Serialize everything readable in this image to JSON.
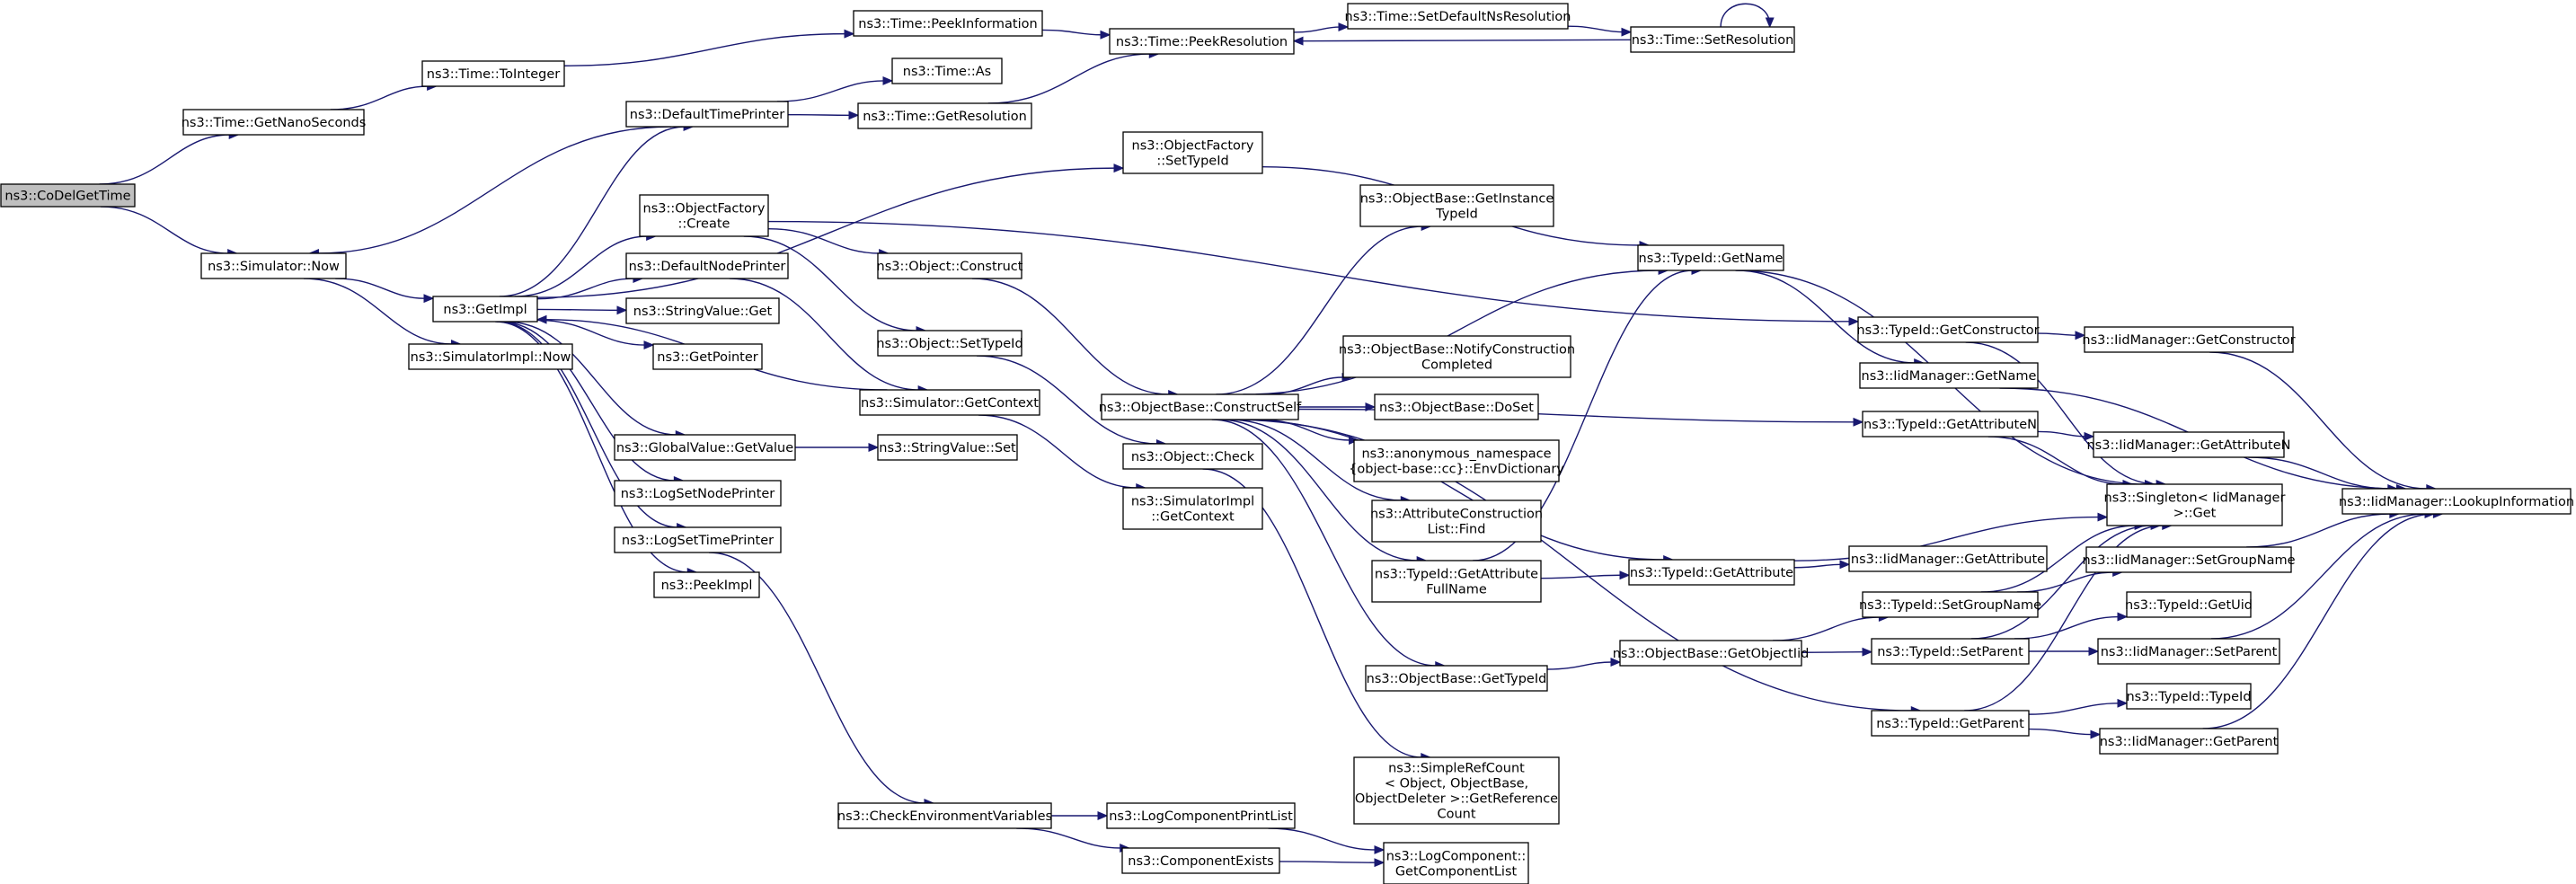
{
  "colors": {
    "edge": "#191970",
    "node_fill": "#ffffff",
    "root_fill": "#bfbfbf",
    "node_border": "#000000"
  },
  "nodes": {
    "codel": {
      "lines": [
        "ns3::CoDelGetTime"
      ],
      "root": true
    },
    "getnano": {
      "lines": [
        "ns3::Time::GetNanoSeconds"
      ]
    },
    "toint": {
      "lines": [
        "ns3::Time::ToInteger"
      ]
    },
    "peekinfo": {
      "lines": [
        "ns3::Time::PeekInformation"
      ]
    },
    "peekres": {
      "lines": [
        "ns3::Time::PeekResolution"
      ]
    },
    "setdefns": {
      "lines": [
        "ns3::Time::SetDefaultNsResolution"
      ]
    },
    "setres": {
      "lines": [
        "ns3::Time::SetResolution"
      ]
    },
    "timeas": {
      "lines": [
        "ns3::Time::As"
      ]
    },
    "defaulttime": {
      "lines": [
        "ns3::DefaultTimePrinter"
      ]
    },
    "getresolution": {
      "lines": [
        "ns3::Time::GetResolution"
      ]
    },
    "simnow": {
      "lines": [
        "ns3::Simulator::Now"
      ]
    },
    "simimplnow": {
      "lines": [
        "ns3::SimulatorImpl::Now"
      ]
    },
    "getimpl": {
      "lines": [
        "ns3::GetImpl"
      ]
    },
    "ofcreate": {
      "lines": [
        "ns3::ObjectFactory",
        "::Create"
      ]
    },
    "ofsettype": {
      "lines": [
        "ns3::ObjectFactory",
        "::SetTypeId"
      ]
    },
    "defaultnode": {
      "lines": [
        "ns3::DefaultNodePrinter"
      ]
    },
    "strget": {
      "lines": [
        "ns3::StringValue::Get"
      ]
    },
    "getpointer": {
      "lines": [
        "ns3::GetPointer"
      ]
    },
    "objconstruct": {
      "lines": [
        "ns3::Object::Construct"
      ]
    },
    "objsettype": {
      "lines": [
        "ns3::Object::SetTypeId"
      ]
    },
    "simgetctx": {
      "lines": [
        "ns3::Simulator::GetContext"
      ]
    },
    "gvget": {
      "lines": [
        "ns3::GlobalValue::GetValue"
      ]
    },
    "strset": {
      "lines": [
        "ns3::StringValue::Set"
      ]
    },
    "lognode": {
      "lines": [
        "ns3::LogSetNodePrinter"
      ]
    },
    "logtime": {
      "lines": [
        "ns3::LogSetTimePrinter"
      ]
    },
    "peekimpl": {
      "lines": [
        "ns3::PeekImpl"
      ]
    },
    "objcheck": {
      "lines": [
        "ns3::Object::Check"
      ]
    },
    "simimplctx": {
      "lines": [
        "ns3::SimulatorImpl",
        "::GetContext"
      ]
    },
    "cs": {
      "lines": [
        "ns3::ObjectBase::ConstructSelf"
      ]
    },
    "obgetinst": {
      "lines": [
        "ns3::ObjectBase::GetInstance",
        "TypeId"
      ]
    },
    "obnotify": {
      "lines": [
        "ns3::ObjectBase::NotifyConstruction",
        "Completed"
      ]
    },
    "obdoset": {
      "lines": [
        "ns3::ObjectBase::DoSet"
      ]
    },
    "envdict": {
      "lines": [
        "ns3::anonymous_namespace",
        "{object-base::cc}::EnvDictionary"
      ]
    },
    "acfind": {
      "lines": [
        "ns3::AttributeConstruction",
        "List::Find"
      ]
    },
    "tidgetattrfull": {
      "lines": [
        "ns3::TypeId::GetAttribute",
        "FullName"
      ]
    },
    "obgettype": {
      "lines": [
        "ns3::ObjectBase::GetTypeId"
      ]
    },
    "refcount": {
      "lines": [
        "ns3::SimpleRefCount",
        "< Object, ObjectBase,",
        " ObjectDeleter >::GetReference",
        "Count"
      ]
    },
    "checkenv": {
      "lines": [
        "ns3::CheckEnvironmentVariables"
      ]
    },
    "logprint": {
      "lines": [
        "ns3::LogComponentPrintList"
      ]
    },
    "compexists": {
      "lines": [
        "ns3::ComponentExists"
      ]
    },
    "getcomplist": {
      "lines": [
        "ns3::LogComponent::",
        "GetComponentList"
      ]
    },
    "tidgetname": {
      "lines": [
        "ns3::TypeId::GetName"
      ]
    },
    "tidgetattr": {
      "lines": [
        "ns3::TypeId::GetAttribute"
      ]
    },
    "obgetoid": {
      "lines": [
        "ns3::ObjectBase::GetObjectIid"
      ]
    },
    "tidgetctor": {
      "lines": [
        "ns3::TypeId::GetConstructor"
      ]
    },
    "iidgetname": {
      "lines": [
        "ns3::IidManager::GetName"
      ]
    },
    "tidgetattrn": {
      "lines": [
        "ns3::TypeId::GetAttributeN"
      ]
    },
    "iidgetattr": {
      "lines": [
        "ns3::IidManager::GetAttribute"
      ]
    },
    "tidsetgroup": {
      "lines": [
        "ns3::TypeId::SetGroupName"
      ]
    },
    "tidsetparent": {
      "lines": [
        "ns3::TypeId::SetParent"
      ]
    },
    "tidgetparent": {
      "lines": [
        "ns3::TypeId::GetParent"
      ]
    },
    "iidgetctor": {
      "lines": [
        "ns3::IidManager::GetConstructor"
      ]
    },
    "iidgetattrn": {
      "lines": [
        "ns3::IidManager::GetAttributeN"
      ]
    },
    "singleton": {
      "lines": [
        "ns3::Singleton< IidManager",
        " >::Get"
      ]
    },
    "iidsetgroup": {
      "lines": [
        "ns3::IidManager::SetGroupName"
      ]
    },
    "tidgetuid": {
      "lines": [
        "ns3::TypeId::GetUid"
      ]
    },
    "iidsetparent": {
      "lines": [
        "ns3::IidManager::SetParent"
      ]
    },
    "tidtypeid": {
      "lines": [
        "ns3::TypeId::TypeId"
      ]
    },
    "iidgetparent": {
      "lines": [
        "ns3::IidManager::GetParent"
      ]
    },
    "iidlookup": {
      "lines": [
        "ns3::IidManager::LookupInformation"
      ]
    }
  }
}
